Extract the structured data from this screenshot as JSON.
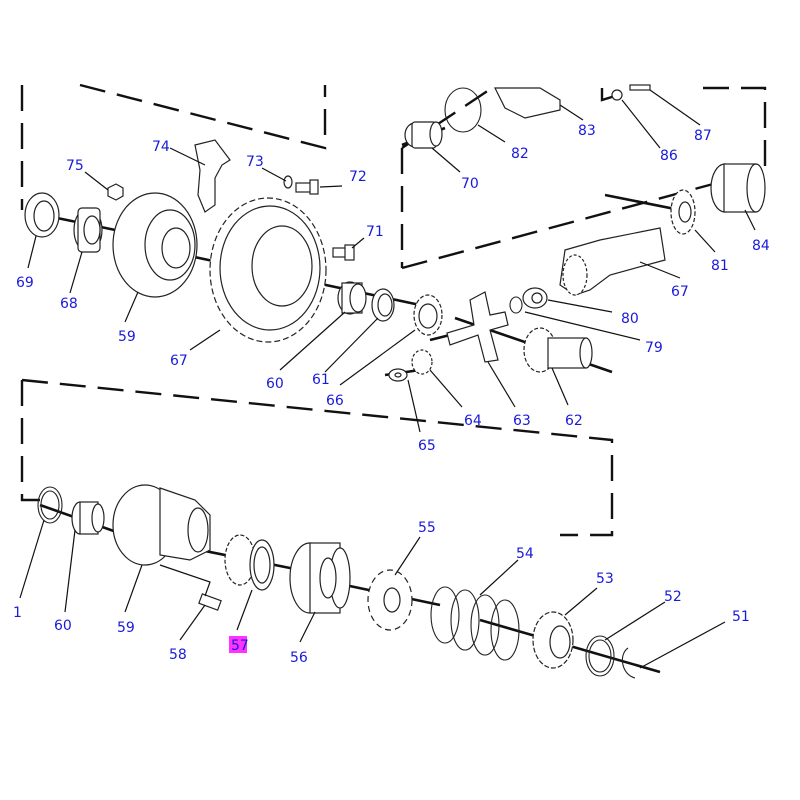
{
  "diagram": {
    "highlight_color": "#ff33ff",
    "callout_color": "#1a1adb",
    "callouts": [
      {
        "id": "75",
        "label": "75"
      },
      {
        "id": "74",
        "label": "74"
      },
      {
        "id": "73",
        "label": "73"
      },
      {
        "id": "72",
        "label": "72"
      },
      {
        "id": "71",
        "label": "71"
      },
      {
        "id": "69",
        "label": "69"
      },
      {
        "id": "68",
        "label": "68"
      },
      {
        "id": "59a",
        "label": "59"
      },
      {
        "id": "67a",
        "label": "67"
      },
      {
        "id": "60a",
        "label": "60"
      },
      {
        "id": "61",
        "label": "61"
      },
      {
        "id": "66",
        "label": "66"
      },
      {
        "id": "65",
        "label": "65"
      },
      {
        "id": "64",
        "label": "64"
      },
      {
        "id": "63",
        "label": "63"
      },
      {
        "id": "62",
        "label": "62"
      },
      {
        "id": "70",
        "label": "70"
      },
      {
        "id": "82",
        "label": "82"
      },
      {
        "id": "83",
        "label": "83"
      },
      {
        "id": "86",
        "label": "86"
      },
      {
        "id": "87",
        "label": "87"
      },
      {
        "id": "84",
        "label": "84"
      },
      {
        "id": "81",
        "label": "81"
      },
      {
        "id": "67b",
        "label": "67"
      },
      {
        "id": "80",
        "label": "80"
      },
      {
        "id": "79",
        "label": "79"
      },
      {
        "id": "1",
        "label": "1"
      },
      {
        "id": "60b",
        "label": "60"
      },
      {
        "id": "59b",
        "label": "59"
      },
      {
        "id": "58",
        "label": "58"
      },
      {
        "id": "57",
        "label": "57",
        "highlighted": true
      },
      {
        "id": "56",
        "label": "56"
      },
      {
        "id": "55",
        "label": "55"
      },
      {
        "id": "54",
        "label": "54"
      },
      {
        "id": "53",
        "label": "53"
      },
      {
        "id": "52",
        "label": "52"
      },
      {
        "id": "51",
        "label": "51"
      }
    ]
  }
}
